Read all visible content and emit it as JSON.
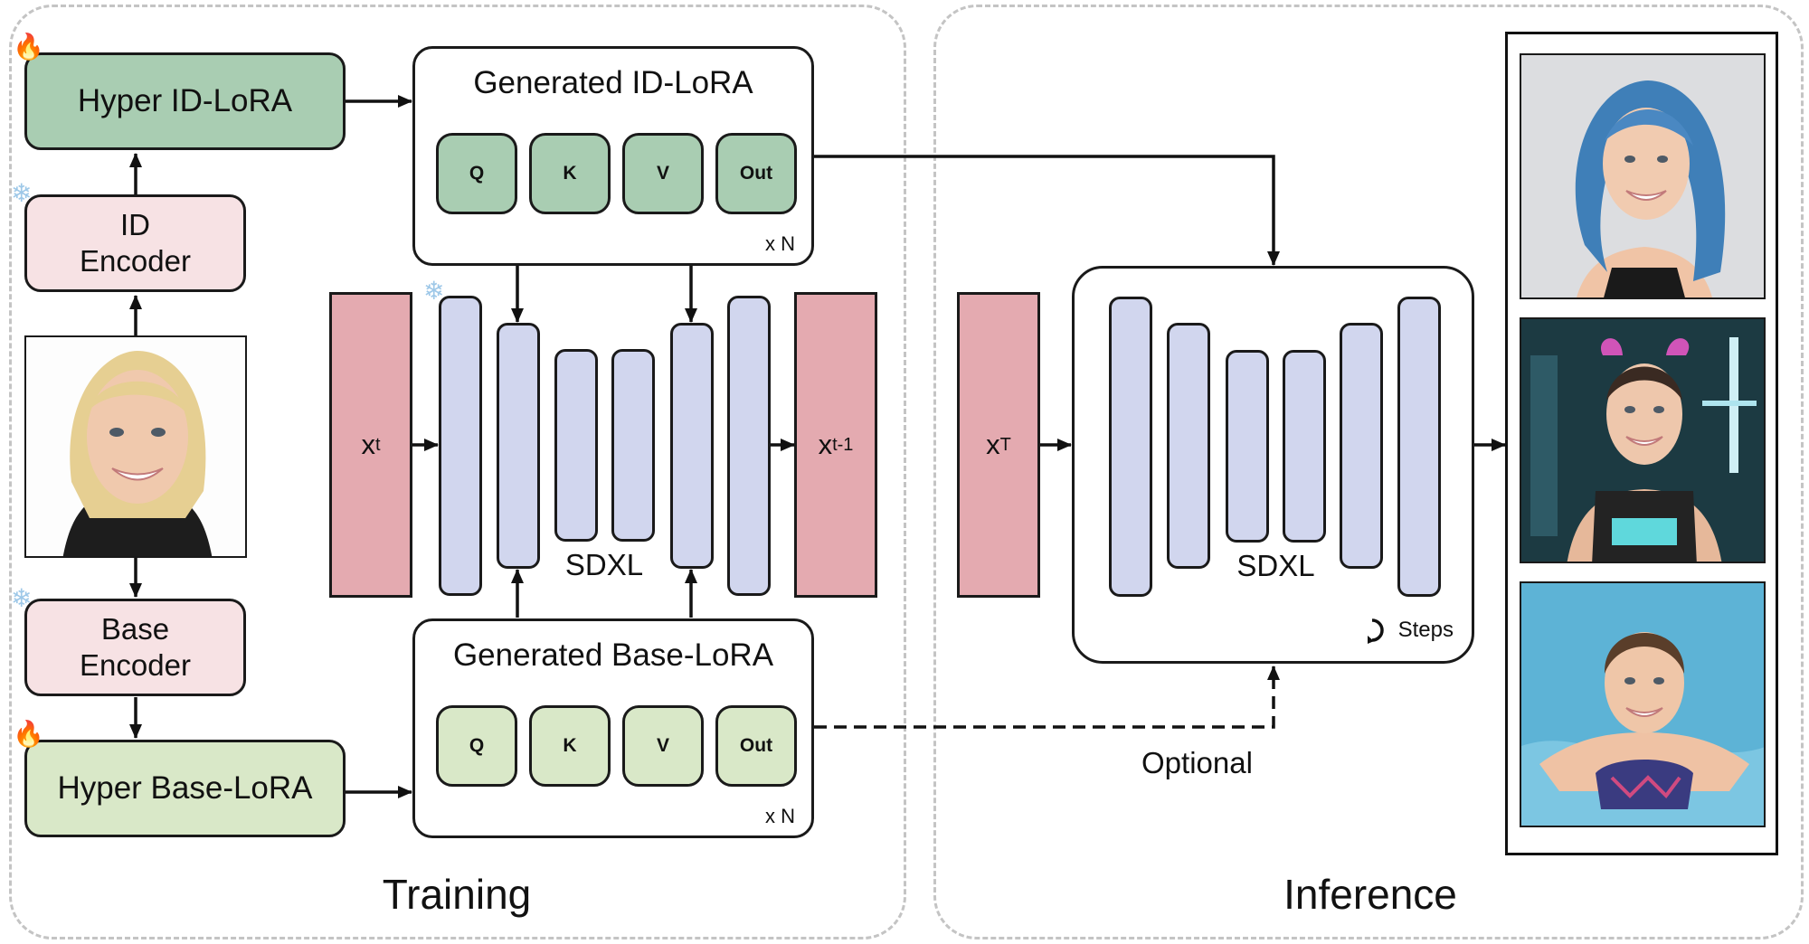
{
  "sections": {
    "training": "Training",
    "inference": "Inference"
  },
  "training": {
    "hyper_id_lora": {
      "label": "Hyper ID-LoRA",
      "status_icon": "fire-icon",
      "status": "trainable"
    },
    "id_encoder": {
      "line1": "ID",
      "line2": "Encoder",
      "status_icon": "snowflake-icon",
      "status": "frozen"
    },
    "input_image": {
      "description": "reference face photo: smiling woman with blonde hair, white background"
    },
    "base_encoder": {
      "line1": "Base",
      "line2": "Encoder",
      "status_icon": "snowflake-icon",
      "status": "frozen"
    },
    "hyper_base_lora": {
      "label": "Hyper Base-LoRA",
      "status_icon": "fire-icon",
      "status": "trainable"
    },
    "generated_id_lora": {
      "title": "Generated ID-LoRA",
      "modules": [
        "Q",
        "K",
        "V",
        "Out"
      ],
      "repeat": "x N"
    },
    "generated_base_lora": {
      "title": "Generated Base-LoRA",
      "modules": [
        "Q",
        "K",
        "V",
        "Out"
      ],
      "repeat": "x N"
    },
    "unet": {
      "label": "SDXL",
      "status_icon": "snowflake-icon",
      "status": "frozen"
    },
    "latent_in": {
      "symbol": "x",
      "subscript": "t"
    },
    "latent_out": {
      "symbol": "x",
      "subscript": "t-1"
    }
  },
  "inference": {
    "latent_in": {
      "symbol": "x",
      "subscript": "T"
    },
    "unet": {
      "label": "SDXL",
      "steps_label": "Steps",
      "steps_icon": "loop-arrow-icon"
    },
    "optional_label": "Optional",
    "outputs": [
      {
        "description": "woman with wavy blue hair, grey studio background"
      },
      {
        "description": "woman with pink pigtails in cyberpunk armor, futuristic city background"
      },
      {
        "description": "woman smiling in a swimming pool wearing patterned swimsuit"
      }
    ]
  },
  "colors": {
    "hyper_id": "#a9cdb2",
    "hyper_base": "#d9e8c8",
    "encoder": "#f7e2e4",
    "latent": "#e4aab0",
    "unet": "#d1d6ee",
    "panel_border": "#c4c4c4"
  }
}
